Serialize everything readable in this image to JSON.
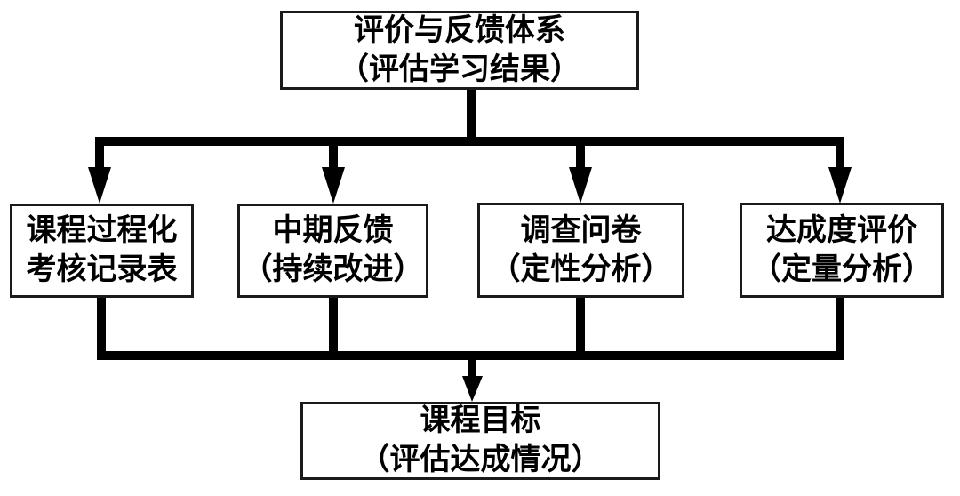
{
  "nodes": {
    "top": {
      "line1": "评价与反馈体系",
      "line2": "（评估学习结果）"
    },
    "branch1": {
      "line1": "课程过程化",
      "line2": "考核记录表"
    },
    "branch2": {
      "line1": "中期反馈",
      "line2": "（持续改进）"
    },
    "branch3": {
      "line1": "调查问卷",
      "line2": "（定性分析）"
    },
    "branch4": {
      "line1": "达成度评价",
      "line2": "（定量分析）"
    },
    "bottom": {
      "line1": "课程目标",
      "line2": "（评估达成情况）"
    }
  },
  "edges": [
    {
      "from": "top",
      "to": "branch1"
    },
    {
      "from": "top",
      "to": "branch2"
    },
    {
      "from": "top",
      "to": "branch3"
    },
    {
      "from": "top",
      "to": "branch4"
    },
    {
      "from": "branch1",
      "to": "bottom"
    },
    {
      "from": "branch2",
      "to": "bottom"
    },
    {
      "from": "branch3",
      "to": "bottom"
    },
    {
      "from": "bran4",
      "to": "bottom"
    }
  ],
  "colors": {
    "connector": "#000000",
    "box_border": "#1a1a1a",
    "box_background": "#ffffff",
    "text": "#000000",
    "page_background": "#ffffff"
  }
}
